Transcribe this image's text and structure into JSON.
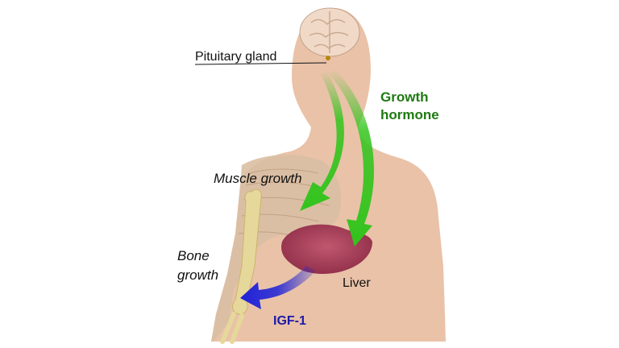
{
  "labels": {
    "pituitary_gland": "Pituitary gland",
    "growth_hormone_line1": "Growth",
    "growth_hormone_line2": "hormone",
    "muscle_growth": "Muscle growth",
    "bone_growth_line1": "Bone",
    "bone_growth_line2": "growth",
    "liver": "Liver",
    "igf1": "IGF-1"
  },
  "colors": {
    "skin": "#e9c2a8",
    "brain": "#f0d9c6",
    "muscle": "#d9bfa3",
    "bone": "#e6d79a",
    "liver": "#a23a55",
    "growth_hormone_arrow": "#33c41d",
    "igf1_arrow": "#1e22d8",
    "growth_hormone_text": "#1f7a12",
    "igf1_text": "#1c1aa8"
  }
}
